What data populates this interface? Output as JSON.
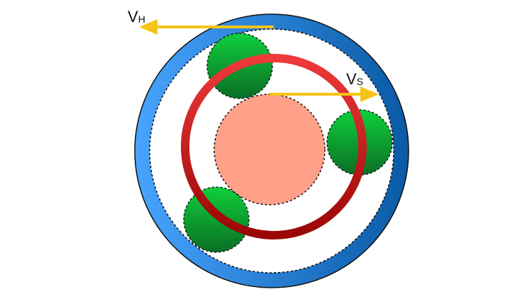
{
  "labels": {
    "housing_velocity": {
      "main": "V",
      "subscript": "H"
    },
    "shaft_velocity": {
      "main": "V",
      "subscript": "S"
    }
  },
  "colors": {
    "outer_ring_light": "#48a4ff",
    "outer_ring_dark": "#0a5aa5",
    "cage_ring_light": "#ee3a3a",
    "cage_ring_dark": "#9a0606",
    "ball_light": "#0fcf3b",
    "ball_dark": "#0a6e25",
    "inner_disk": "#ffa088",
    "arrow": "#f6c417",
    "dashed_outline": "#111111"
  },
  "elements": {
    "ball_count": 3
  }
}
